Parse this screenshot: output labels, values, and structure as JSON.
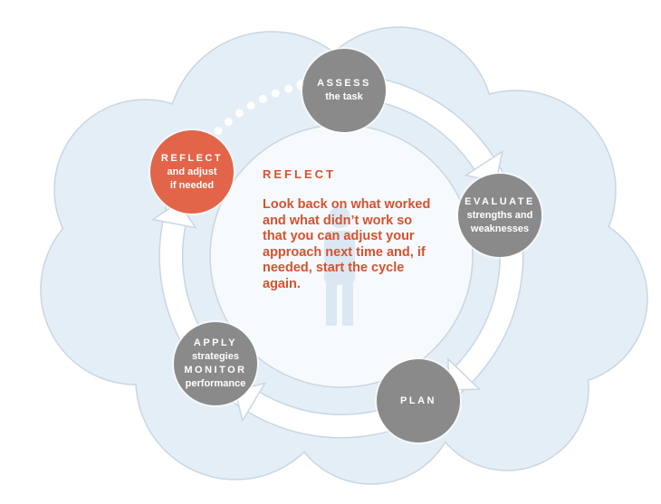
{
  "colors": {
    "cloud": "#e4eef7",
    "inner": "#f7fafd",
    "node_gray": "#8a8a8a",
    "node_active": "#e2654a",
    "text_accent": "#d4532e"
  },
  "nodes": {
    "assess": {
      "line1": "ASSESS",
      "line2": "the task"
    },
    "evaluate": {
      "line1": "EVALUATE",
      "line2": "strengths and",
      "line3": "weaknesses"
    },
    "plan": {
      "line1": "PLAN"
    },
    "apply": {
      "line1": "APPLY",
      "line2": "strategies",
      "line3": "MONITOR",
      "line4": "performance"
    },
    "reflect": {
      "line1": "REFLECT",
      "line2": "and adjust",
      "line3": "if needed"
    }
  },
  "detail": {
    "title": "REFLECT",
    "body": "Look back on what worked and what didn’t work so that you can adjust your approach next time and, if needed, start the cycle again."
  }
}
